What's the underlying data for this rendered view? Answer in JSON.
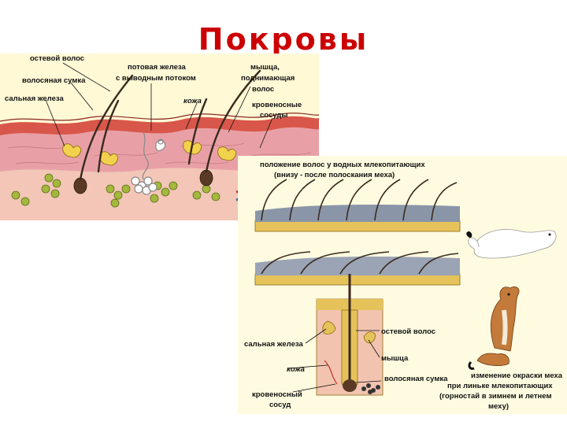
{
  "title": "Покровы",
  "skin_diagram": {
    "labels": {
      "guard_hair": "остевой волос",
      "hair_follicle": "волосяная сумка",
      "sebaceous_gland": "сальная железа",
      "sweat_gland_line1": "потовая железа",
      "sweat_gland_line2": "с выводным потоком",
      "skin": "кожа",
      "muscle_line1": "мышца,",
      "muscle_line2": "поднимающая",
      "muscle_line3": "волос",
      "vessels_line1": "кровеносные",
      "vessels_line2": "сосуды"
    }
  },
  "hair_diagram": {
    "heading_line1": "положение волос у водных млекопитающих",
    "heading_line2": "(внизу - после полоскания меха)",
    "labels": {
      "guard_hair": "остевой волос",
      "sebaceous_gland": "сальная железа",
      "muscle": "мышца",
      "skin": "кожа",
      "hair_follicle": "волосяная сумка",
      "vessel_line1": "кровеносный",
      "vessel_line2": "сосуд"
    },
    "caption_line1": "изменение окраски меха",
    "caption_line2": "при линьке млекопитающих",
    "caption_line3": "(горностай в зимнем и летнем",
    "caption_line4": "меху)"
  },
  "colors": {
    "title": "#cc0000",
    "skin_surface": "#d9564a",
    "dermis": "#e8a0a6",
    "fat_cells": "#a3b83c",
    "fur_band": "#e6c25a",
    "hair": "#3a2a1e"
  }
}
